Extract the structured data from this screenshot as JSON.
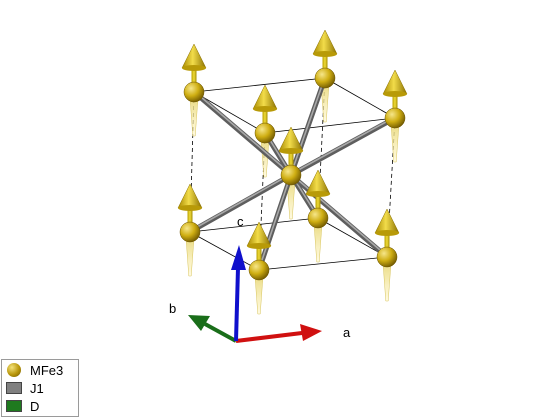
{
  "axes": {
    "a_label": "a",
    "b_label": "b",
    "c_label": "c"
  },
  "legend": {
    "items": [
      {
        "label": "MFe3",
        "kind": "sphere",
        "color": "#d4b30f"
      },
      {
        "label": "J1",
        "kind": "bar",
        "color": "#808080"
      },
      {
        "label": "D",
        "kind": "bar",
        "color": "#1f7a1f"
      }
    ]
  },
  "colors": {
    "atom": "#d4b30f",
    "spin": "#d4b30f",
    "bond_j1": "#707070",
    "cell": "#000000",
    "axis_a": "#d01010",
    "axis_b": "#1a6e1a",
    "axis_c": "#1010cc"
  }
}
